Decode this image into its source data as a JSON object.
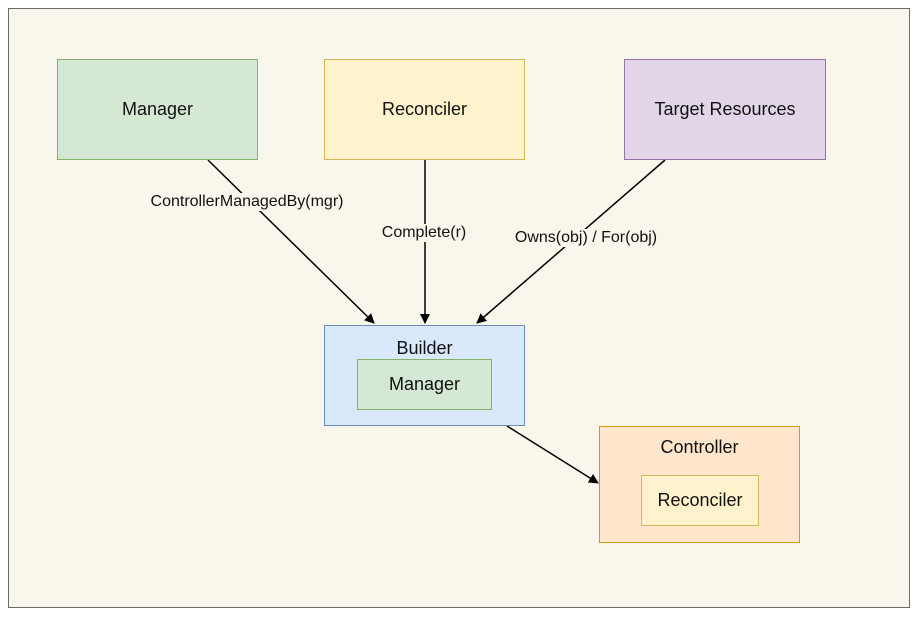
{
  "nodes": {
    "manager_top": "Manager",
    "reconciler_top": "Reconciler",
    "target_resources": "Target Resources",
    "builder": "Builder",
    "builder_manager": "Manager",
    "controller": "Controller",
    "controller_reconciler": "Reconciler"
  },
  "edges": {
    "controller_managed_by": "ControllerManagedBy(mgr)",
    "complete": "Complete(r)",
    "owns_for": "Owns(obj) / For(obj)"
  },
  "colors": {
    "green_fill": "#d5e8d4",
    "green_stroke": "#82b366",
    "yellow_fill": "#fff2cc",
    "yellow_stroke": "#d6b656",
    "purple_fill": "#e1d5e7",
    "purple_stroke": "#9673a6",
    "blue_fill": "#dae8fc",
    "blue_stroke": "#6c8ebf",
    "orange_fill": "#ffe6cc",
    "orange_stroke": "#d79b00",
    "background": "#f9f6ec"
  }
}
